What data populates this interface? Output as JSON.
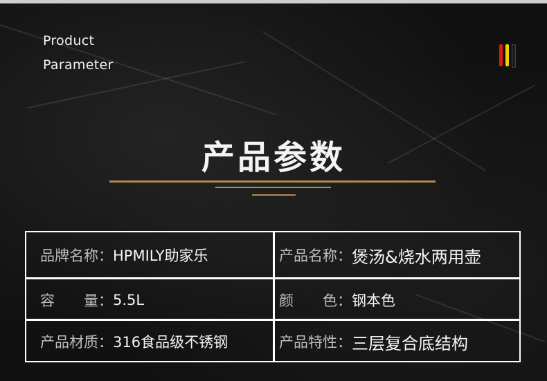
{
  "header": {
    "line1": "Product",
    "line2": "Parameter"
  },
  "colors": {
    "accent_gold": "#b68a4a",
    "flag_red": "#e01818",
    "flag_yellow": "#f0d000",
    "flag_black": "#1b1b1b"
  },
  "title": "产品参数",
  "specs": [
    {
      "label": "品牌名称：",
      "value": "HPMILY助家乐"
    },
    {
      "label": "产品名称：",
      "value": "煲汤&烧水两用壶"
    },
    {
      "label": "容　　量：",
      "value": "5.5L"
    },
    {
      "label": "颜　　色：",
      "value": "钢本色"
    },
    {
      "label": "产品材质：",
      "value": "316食品级不锈钢"
    },
    {
      "label": "产品特性：",
      "value": "三层复合底结构"
    }
  ]
}
